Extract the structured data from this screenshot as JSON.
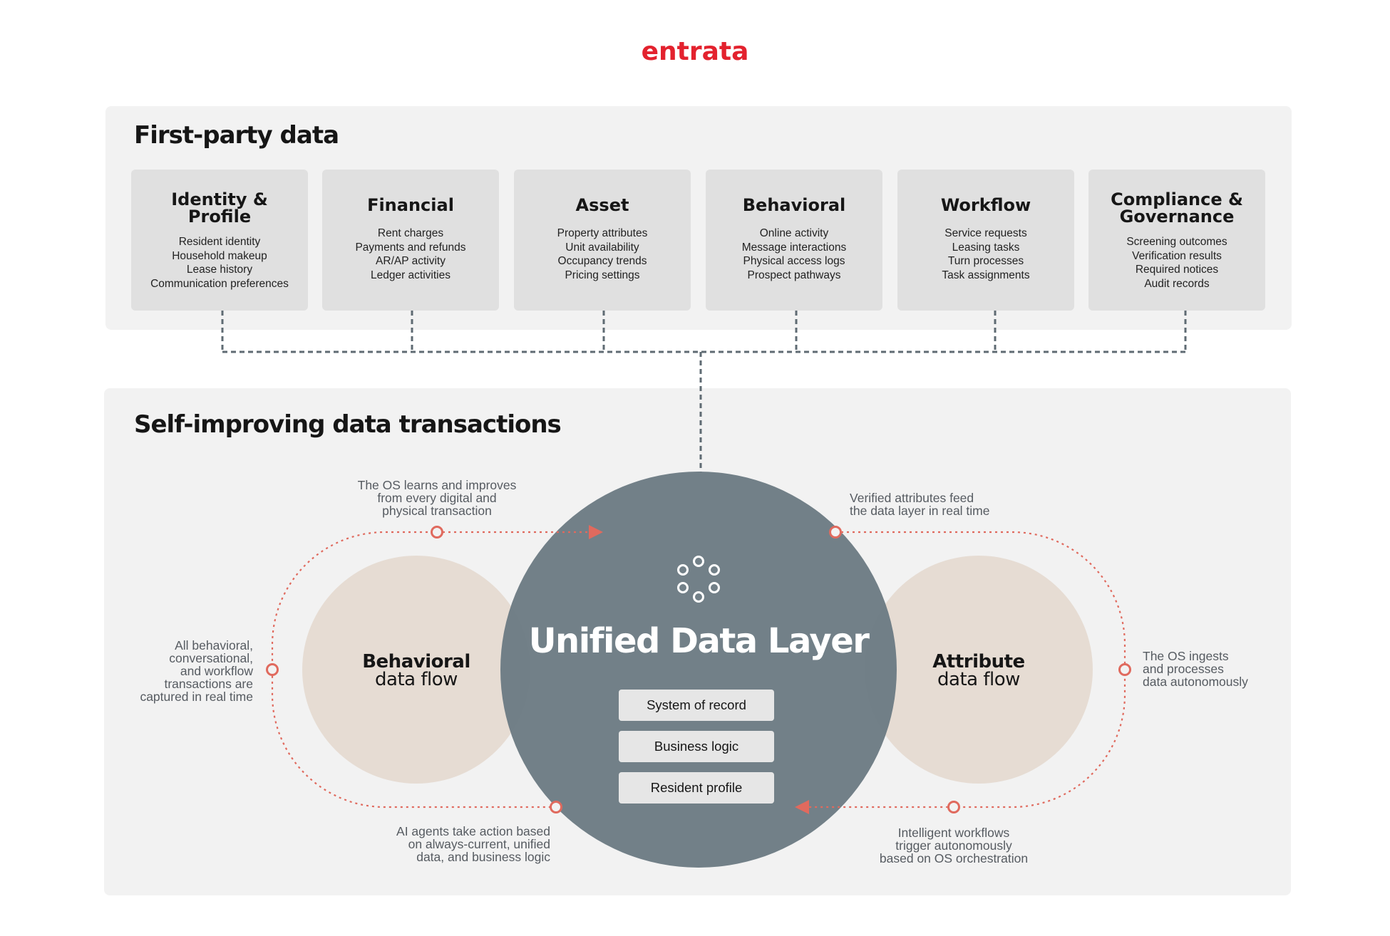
{
  "brand": {
    "logo_text": "entrata",
    "accent": "#e3222e"
  },
  "first_party": {
    "title": "First-party data",
    "cards": [
      {
        "title_lines": [
          "Identity &",
          "Profile"
        ],
        "items": [
          "Resident identity",
          "Household makeup",
          "Lease history",
          "Communication preferences"
        ]
      },
      {
        "title_lines": [
          "Financial"
        ],
        "items": [
          "Rent charges",
          "Payments and refunds",
          "AR/AP activity",
          "Ledger activities"
        ]
      },
      {
        "title_lines": [
          "Asset"
        ],
        "items": [
          "Property attributes",
          "Unit availability",
          "Occupancy trends",
          "Pricing settings"
        ]
      },
      {
        "title_lines": [
          "Behavioral"
        ],
        "items": [
          "Online activity",
          "Message interactions",
          "Physical access logs",
          "Prospect pathways"
        ]
      },
      {
        "title_lines": [
          "Workflow"
        ],
        "items": [
          "Service requests",
          "Leasing tasks",
          "Turn processes",
          "Task assignments"
        ]
      },
      {
        "title_lines": [
          "Compliance &",
          "Governance"
        ],
        "items": [
          "Screening outcomes",
          "Verification results",
          "Required notices",
          "Audit records"
        ]
      }
    ]
  },
  "transactions": {
    "title": "Self-improving data transactions",
    "behavioral_circle": {
      "bold": "Behavioral",
      "regular": "data flow"
    },
    "attribute_circle": {
      "bold": "Attribute",
      "regular": "data flow"
    },
    "unified": {
      "title": "Unified Data Layer",
      "buttons": [
        "System of record",
        "Business logic",
        "Resident profile"
      ]
    },
    "annotations": {
      "top_left": [
        "The OS learns and improves",
        "from every digital and",
        "physical transaction"
      ],
      "left": [
        "All behavioral,",
        "conversational,",
        "and workflow",
        "transactions are",
        "captured in real time"
      ],
      "bottom_left": [
        "AI agents take action based",
        "on always-current, unified",
        "data, and business logic"
      ],
      "top_right": [
        "Verified attributes feed",
        "the data layer in real time"
      ],
      "right": [
        "The OS ingests",
        "and processes",
        "data autonomously"
      ],
      "bottom_right": [
        "Intelligent workflows",
        "trigger autonomously",
        "based on OS orchestration"
      ]
    }
  },
  "colors": {
    "panel_bg": "#f2f2f2",
    "card_bg": "#e0e0e0",
    "connector": "#5f6b73",
    "unified_circle": "#6c7b83",
    "flow_circle": "#e6dcd3",
    "flow_accent": "#e06a5e"
  }
}
